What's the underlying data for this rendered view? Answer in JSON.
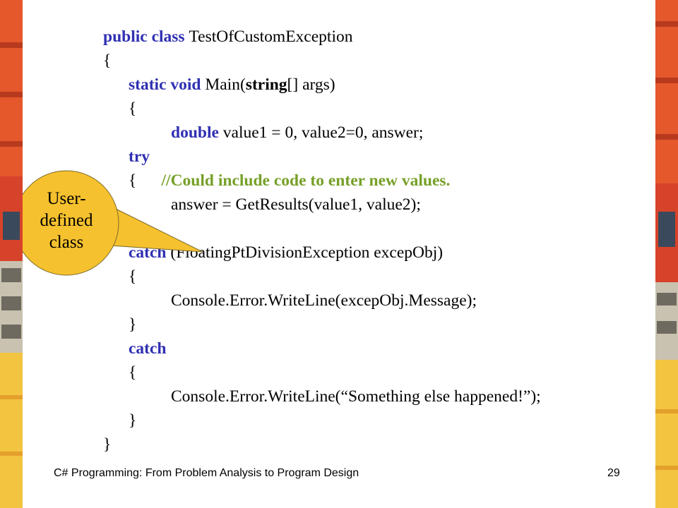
{
  "slide": {
    "code_lines": [
      {
        "parts": [
          {
            "t": "public class ",
            "c": "kw"
          },
          {
            "t": "TestOfCustomException",
            "c": ""
          }
        ]
      },
      {
        "parts": [
          {
            "t": "{",
            "c": ""
          }
        ]
      },
      {
        "parts": [
          {
            "t": "static void ",
            "c": "kw"
          },
          {
            "t": "Main(",
            "c": ""
          },
          {
            "t": "string",
            "c": "b"
          },
          {
            "t": "[] args)",
            "c": ""
          }
        ]
      },
      {
        "parts": [
          {
            "t": "{",
            "c": ""
          }
        ]
      },
      {
        "parts": [
          {
            "t": "double ",
            "c": "kw"
          },
          {
            "t": "value1 = 0, value2=0, answer;",
            "c": ""
          }
        ]
      },
      {
        "parts": [
          {
            "t": "try",
            "c": "kw"
          }
        ]
      },
      {
        "parts": [
          {
            "t": "{      ",
            "c": ""
          },
          {
            "t": "//Could include code to enter new values.",
            "c": "cm"
          }
        ]
      },
      {
        "parts": [
          {
            "t": "answer = GetResults(value1, value2);",
            "c": ""
          }
        ]
      },
      {
        "parts": [
          {
            "t": "}",
            "c": ""
          }
        ]
      },
      {
        "parts": [
          {
            "t": "catch ",
            "c": "kw"
          },
          {
            "t": "(FloatingPtDivisionException excepObj)",
            "c": ""
          }
        ]
      },
      {
        "parts": [
          {
            "t": "{",
            "c": ""
          }
        ]
      },
      {
        "parts": [
          {
            "t": "Console.Error.WriteLine(excepObj.Message);",
            "c": ""
          }
        ]
      },
      {
        "parts": [
          {
            "t": "}",
            "c": ""
          }
        ]
      },
      {
        "parts": [
          {
            "t": "catch",
            "c": "kw"
          }
        ]
      },
      {
        "parts": [
          {
            "t": "{",
            "c": ""
          }
        ]
      },
      {
        "parts": [
          {
            "t": "Console.Error.WriteLine(“Something else happened!”);",
            "c": ""
          }
        ]
      },
      {
        "parts": [
          {
            "t": "}",
            "c": ""
          }
        ]
      },
      {
        "parts": [
          {
            "t": "}",
            "c": ""
          }
        ]
      }
    ],
    "callout_lines": [
      "User-",
      "defined",
      "class"
    ],
    "footer_title": "C# Programming: From Problem Analysis to Program Design",
    "page_number": "29"
  },
  "colors": {
    "keyword": "#2f2fb3",
    "comment": "#77a028",
    "callout_fill": "#f6c12e",
    "border_orange": "#e8642a",
    "border_yellow": "#f3b833"
  }
}
